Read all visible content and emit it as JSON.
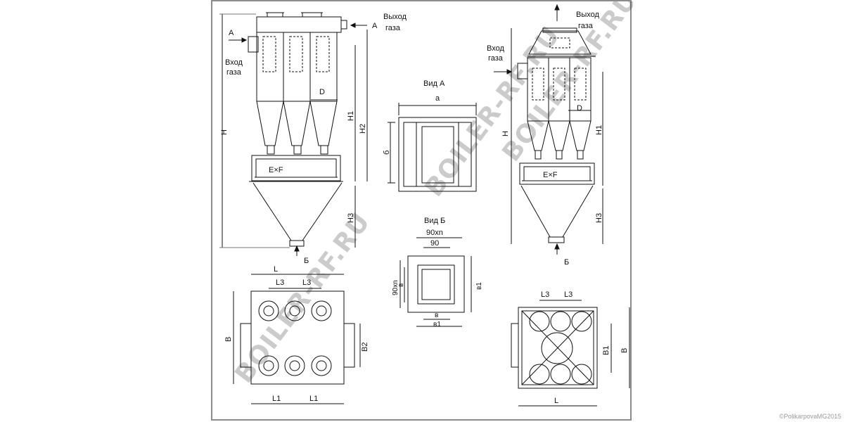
{
  "labels": {
    "vhod_left": "Вход",
    "gaza_left": "газа",
    "vyhod_left": "Выход",
    "gaza_left_out": "газа",
    "arrow_a_left": "А",
    "arrow_a_right": "А",
    "d_left": "D",
    "h": "H",
    "h1_left": "H1",
    "h2_left": "H2",
    "h3_left": "H3",
    "exf_left": "E×F",
    "b_arrow_left": "Б",
    "vid_a": "Вид А",
    "a_dim": "а",
    "b6_dim": "б",
    "vid_b": "Вид Б",
    "dim_90xn_top": "90хn",
    "dim_90": "90",
    "dim_90xn_side": "90хn",
    "dim_v_side": "в",
    "dim_v1_side": "в1",
    "dim_v_bottom": "в",
    "dim_v1_bottom": "в1",
    "vhod_right": "Вход",
    "gaza_right": "газа",
    "vyhod_right": "Выход",
    "gaza_right_out": "газа",
    "d_right": "D",
    "h_right": "H",
    "h1_right": "H1",
    "h3_right": "H3",
    "exf_right": "E×F",
    "b_arrow_right": "Б",
    "plan_l": "L",
    "plan_l3_a": "L3",
    "plan_l3_b": "L3",
    "plan_b": "B",
    "plan_b2": "B2",
    "plan_l1_a": "L1",
    "plan_l1_b": "L1",
    "plan2_l3_a": "L3",
    "plan2_l3_b": "L3",
    "plan2_b1": "B1",
    "plan2_b": "B",
    "plan2_l": "L"
  },
  "watermark": [
    "BOILER-RF.RU",
    "BOILER-RF.RU",
    "BOILER-RF.RU"
  ],
  "copyright": "©PolikarpovaMG2015"
}
